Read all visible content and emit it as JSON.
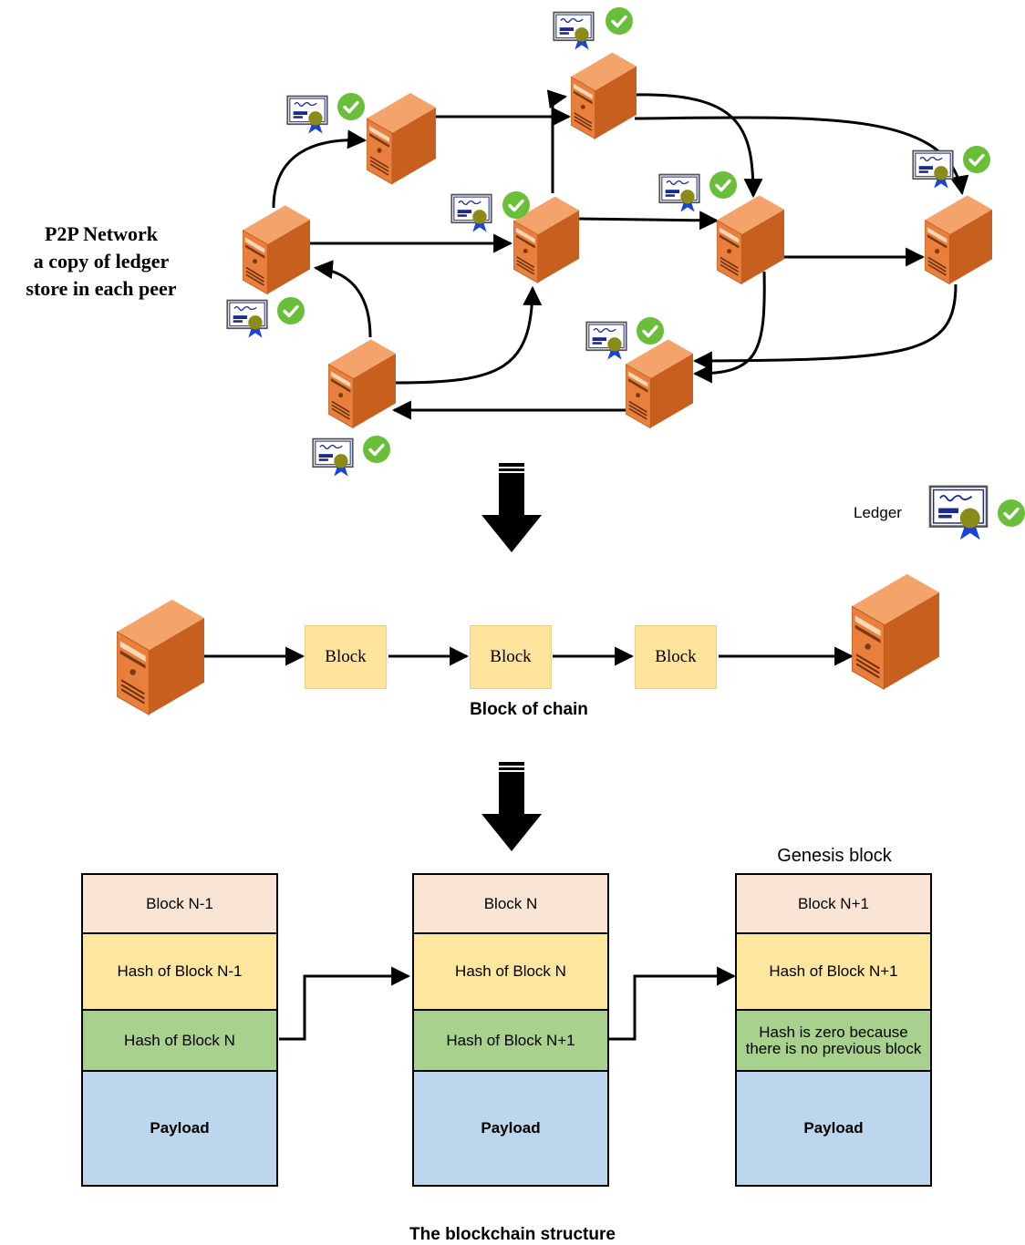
{
  "p2p": {
    "title_lines": [
      "P2P Network",
      "a copy of ledger",
      "store in each peer"
    ]
  },
  "legend": {
    "ledger_label": "Ledger"
  },
  "chain": {
    "blocks": [
      "Block",
      "Block",
      "Block"
    ],
    "caption": "Block of chain"
  },
  "structure": {
    "genesis_label": "Genesis block",
    "blocks": [
      {
        "header": "Block N-1",
        "hash": "Hash of Block N-1",
        "prev": "Hash of Block N",
        "payload": "Payload"
      },
      {
        "header": "Block N",
        "hash": "Hash of Block N",
        "prev": "Hash of Block N+1",
        "payload": "Payload"
      },
      {
        "header": "Block N+1",
        "hash": "Hash of Block N+1",
        "prev": "Hash is zero because there is no previous block",
        "payload": "Payload"
      }
    ],
    "caption": "The blockchain structure"
  },
  "colors": {
    "server_front": "#e87f3c",
    "server_side": "#c75f1f",
    "server_top": "#f4a46a",
    "chain_block": "#fde39b",
    "block_header": "#fae5d4",
    "block_hash": "#fde69d",
    "block_prev": "#a8d18d",
    "block_payload": "#bcd6ee",
    "check": "#6abf3a",
    "certificate_seal": "#8b8b1a",
    "certificate_bar": "#1a2a8f"
  },
  "icons": [
    "server-icon",
    "certificate-icon",
    "checkmark-icon",
    "down-arrow-icon"
  ]
}
